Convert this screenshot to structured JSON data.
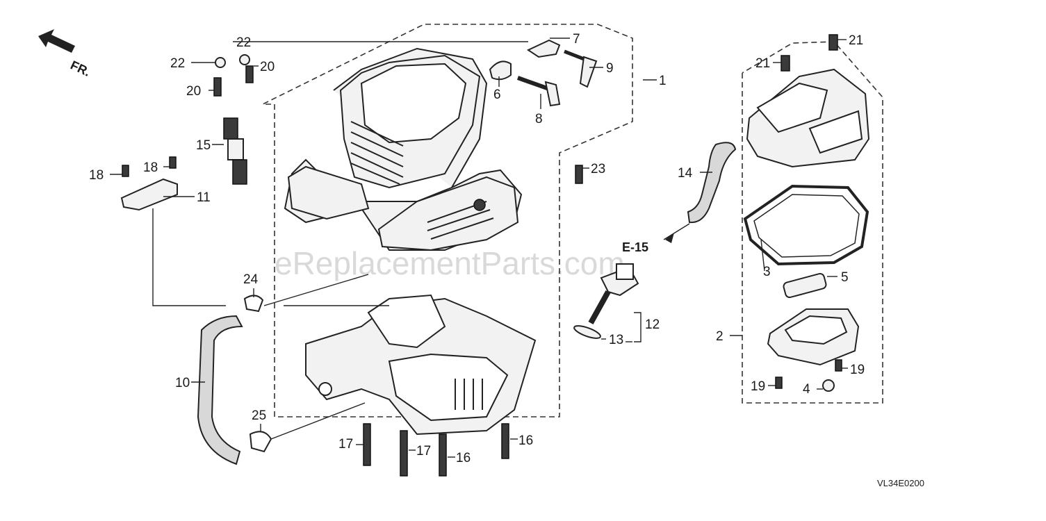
{
  "watermark": "eReplacementParts.com",
  "direction": {
    "label": "FR."
  },
  "reference": {
    "label": "E-15"
  },
  "diagram_code": "VL34E0200",
  "callouts": [
    {
      "id": "c1",
      "text": "1"
    },
    {
      "id": "c2",
      "text": "2"
    },
    {
      "id": "c3",
      "text": "3"
    },
    {
      "id": "c4",
      "text": "4"
    },
    {
      "id": "c5",
      "text": "5"
    },
    {
      "id": "c6",
      "text": "6"
    },
    {
      "id": "c7",
      "text": "7"
    },
    {
      "id": "c8",
      "text": "8"
    },
    {
      "id": "c9",
      "text": "9"
    },
    {
      "id": "c10",
      "text": "10"
    },
    {
      "id": "c11",
      "text": "11"
    },
    {
      "id": "c12",
      "text": "12"
    },
    {
      "id": "c13",
      "text": "13"
    },
    {
      "id": "c14",
      "text": "14"
    },
    {
      "id": "c15",
      "text": "15"
    },
    {
      "id": "c16a",
      "text": "16"
    },
    {
      "id": "c16b",
      "text": "16"
    },
    {
      "id": "c17a",
      "text": "17"
    },
    {
      "id": "c17b",
      "text": "17"
    },
    {
      "id": "c18a",
      "text": "18"
    },
    {
      "id": "c18b",
      "text": "18"
    },
    {
      "id": "c19a",
      "text": "19"
    },
    {
      "id": "c19b",
      "text": "19"
    },
    {
      "id": "c20a",
      "text": "20"
    },
    {
      "id": "c20b",
      "text": "20"
    },
    {
      "id": "c21a",
      "text": "21"
    },
    {
      "id": "c21b",
      "text": "21"
    },
    {
      "id": "c22a",
      "text": "22"
    },
    {
      "id": "c22b",
      "text": "22"
    },
    {
      "id": "c23",
      "text": "23"
    },
    {
      "id": "c24",
      "text": "24"
    },
    {
      "id": "c25",
      "text": "25"
    }
  ]
}
